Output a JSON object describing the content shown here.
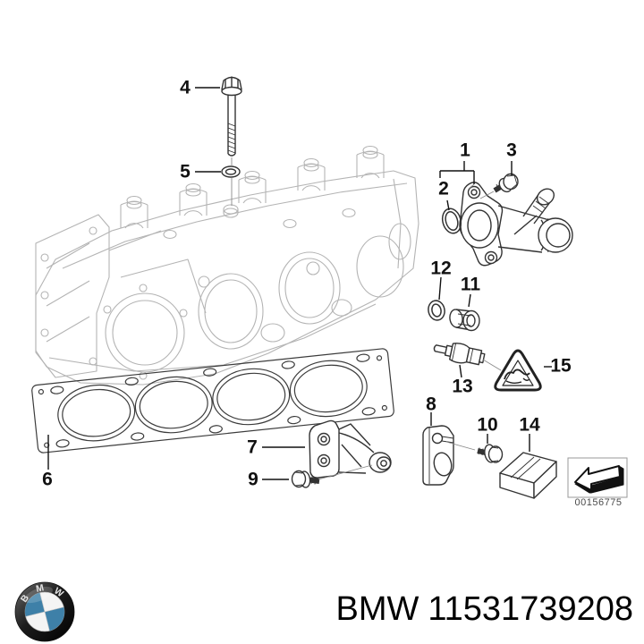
{
  "diagram": {
    "image_id": "00156775",
    "callouts": [
      "1",
      "2",
      "3",
      "4",
      "5",
      "6",
      "7",
      "8",
      "9",
      "10",
      "11",
      "12",
      "13",
      "14",
      "15"
    ],
    "logo_letters": [
      "B",
      "M",
      "W"
    ],
    "colors": {
      "part_line": "#333333",
      "head_line": "#b4b4b4",
      "label_text": "#111111",
      "logo_blue": "#3e80a8",
      "logo_ring": "#1c1c1c"
    }
  },
  "footer": {
    "brand": "BMW",
    "part_number": "11531739208"
  }
}
